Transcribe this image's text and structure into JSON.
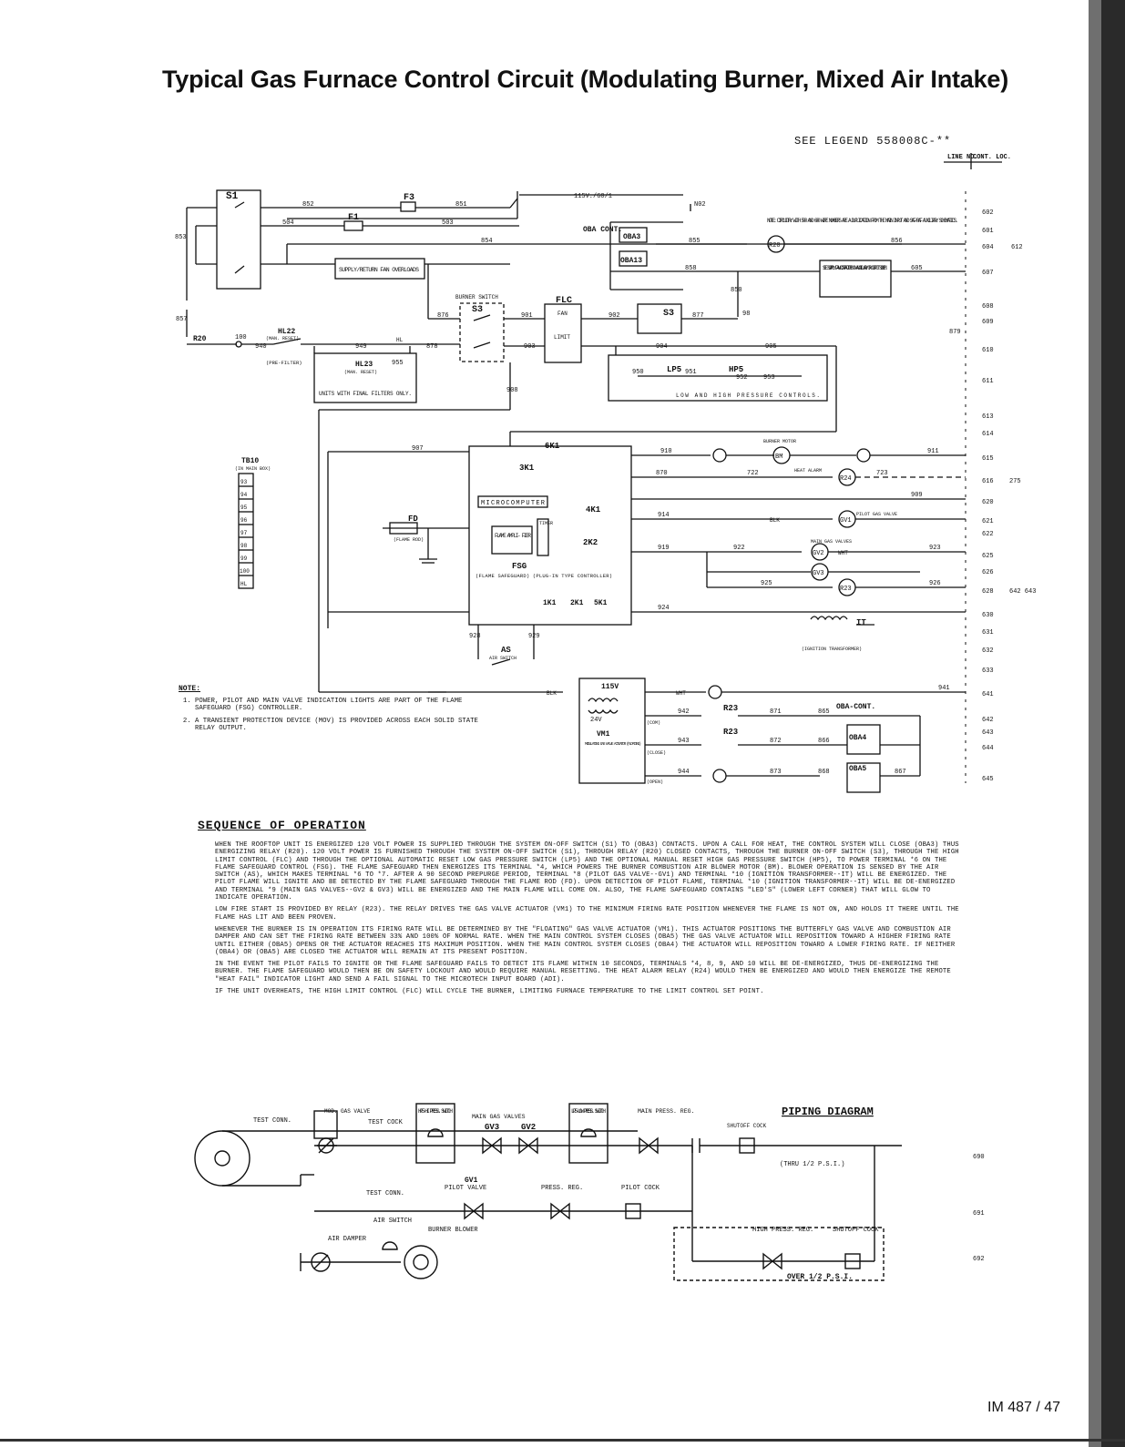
{
  "title": "Typical Gas Furnace Control Circuit (Modulating Burner, Mixed Air Intake)",
  "legend_ref": "SEE LEGEND 558008C-**",
  "column_headers": {
    "line_no": "LINE NO.",
    "cont_loc": "CONT. LOC."
  },
  "line_numbers": [
    "602",
    "601",
    "604",
    "607",
    "608",
    "609",
    "610",
    "611",
    "613",
    "614",
    "615",
    "616",
    "620",
    "621",
    "622",
    "625",
    "626",
    "628",
    "630",
    "631",
    "632",
    "633",
    "641",
    "642",
    "643",
    "644",
    "645"
  ],
  "cont_locs": {
    "604": "612",
    "616": "275",
    "628": "642 643"
  },
  "schematic": {
    "switch_s1": "S1",
    "fuse_f1": "F1",
    "fuse_f3": "F3",
    "supply": "115V./60/1",
    "terminal_n02": "N02",
    "note": "NOTE: CIRCUITRY WITH 500 AND 600 WIRE NUMBERS ARE A DUPLICATION FROM THE MAIN INPUT AND SAF/RAF AUXILIARY SCHEMATICS.",
    "oba_cont": "OBA CONT.",
    "oba3": "OBA3",
    "oba13": "OBA13",
    "relay_r20": "R20",
    "supply_return_overloads": "SUPPLY/RETURN FAN OVERLOADS",
    "see_supply_fan": "SEE SUPPLY FAN CONTACTORS ON AUXILLARY OR OUTPUT SCHEM.",
    "burner_switch": "BURNER SWITCH",
    "s3": "S3",
    "flc": "FLC",
    "fan": "FAN",
    "limit": "LIMIT",
    "hl22": "HL22",
    "hl22_sub": "(MAN. RESET)",
    "pre_filter": "(PRE-FILTER)",
    "hl23": "HL23",
    "hl23_sub": "(MAN. RESET)",
    "hl": "HL",
    "units_with_final_filters": "UNITS WITH FINAL FILTERS ONLY.",
    "lp5": "LP5",
    "hp5": "HP5",
    "low_high_pressure_controls": "LOW AND HIGH PRESSURE CONTROLS.",
    "tb10": "TB10",
    "tb10_sub": "(IN MAIN BOX)",
    "tb10_terminals": [
      "93",
      "94",
      "95",
      "96",
      "97",
      "98",
      "99",
      "100",
      "HL"
    ],
    "k6": "6K1",
    "k3": "3K1",
    "k4": "4K1",
    "k2": "2K2",
    "microcomputer": "MICROCOMPUTER",
    "flame_amplifier": "FLAME AMPLI- FIER",
    "timer": "TIMER",
    "fd": "FD",
    "flame_rod": "(FLAME ROD)",
    "fsg": "FSG",
    "fsg_sub": "(FLAME SAFEGUARD) (PLUG-IN TYPE CONTROLLER)",
    "k1": "1K1",
    "k21": "2K1",
    "k51": "5K1",
    "as": "AS",
    "air_switch": "AIR SWITCH",
    "burner_motor": "BURNER MOTOR",
    "bm": "BM",
    "heat_alarm": "HEAT ALARM",
    "r24": "R24",
    "pilot_gas_valve": "PILOT GAS VALVE",
    "gv1": "GV1",
    "main_gas_valves": "MAIN GAS VALVES",
    "gv2": "GV2",
    "gv3": "GV3",
    "r23": "R23",
    "it": "IT",
    "ignition_transformer": "(IGNITION TRANSFORMER)",
    "blk": "BLK",
    "wht": "WHT",
    "v115": "115V",
    "v24": "24V",
    "vm1": "VM1",
    "vm1_desc": "MODULATING GAS VALVE ACTUATOR (FLOATING)",
    "com": "(COM)",
    "close": "(CLOSE)",
    "open": "(OPEN)",
    "oba_cont2": "OBA-CONT.",
    "oba4": "OBA4",
    "oba5": "OBA5",
    "wires": [
      "852",
      "851",
      "504",
      "503",
      "854",
      "855",
      "856",
      "853",
      "858",
      "605",
      "876",
      "901",
      "902",
      "877",
      "98",
      "850",
      "857",
      "100",
      "940",
      "949",
      "878",
      "903",
      "904",
      "905",
      "955",
      "908",
      "907",
      "910",
      "911",
      "870",
      "722",
      "723",
      "909",
      "914",
      "919",
      "922",
      "923",
      "925",
      "926",
      "924",
      "928",
      "929",
      "950",
      "951",
      "952",
      "953",
      "941",
      "942",
      "943",
      "944",
      "871",
      "872",
      "873",
      "865",
      "866",
      "868",
      "867",
      "879"
    ]
  },
  "notes": {
    "heading": "NOTE:",
    "items": [
      "POWER, PILOT AND MAIN VALVE INDICATION LIGHTS ARE PART OF THE FLAME SAFEGUARD (FSG) CONTROLLER.",
      "A TRANSIENT PROTECTION DEVICE (MOV) IS PROVIDED ACROSS EACH SOLID STATE RELAY OUTPUT."
    ]
  },
  "sequence": {
    "heading": "SEQUENCE OF OPERATION",
    "paragraphs": [
      "WHEN THE ROOFTOP UNIT IS ENERGIZED 120 VOLT POWER IS SUPPLIED THROUGH THE SYSTEM ON-OFF SWITCH (S1) TO (OBA3) CONTACTS. UPON A CALL FOR HEAT, THE CONTROL SYSTEM WILL CLOSE (OBA3) THUS ENERGIZING RELAY (R20). 120 VOLT POWER IS FURNISHED THROUGH THE SYSTEM ON-OFF SWITCH (S1), THROUGH RELAY (R20) CLOSED CONTACTS, THROUGH THE BURNER ON-OFF SWITCH (S3), THROUGH THE HIGH LIMIT CONTROL (FLC) AND THROUGH THE OPTIONAL AUTOMATIC RESET LOW GAS PRESSURE SWITCH (LP5) AND THE OPTIONAL MANUAL RESET HIGH GAS PRESSURE SWITCH (HP5), TO POWER TERMINAL *6 ON THE FLAME SAFEGUARD CONTROL (FSG). THE FLAME SAFEGUARD THEN ENERGIZES ITS TERMINAL *4, WHICH POWERS THE BURNER COMBUSTION AIR BLOWER MOTOR (BM). BLOWER OPERATION IS SENSED BY THE AIR SWITCH (AS), WHICH MAKES TERMINAL *6 TO *7. AFTER A 90 SECOND PREPURGE PERIOD, TERMINAL *8 (PILOT GAS VALVE--GV1) AND TERMINAL *10 (IGNITION TRANSFORMER--IT) WILL BE ENERGIZED. THE PILOT FLAME WILL IGNITE AND BE DETECTED BY THE FLAME SAFEGUARD THROUGH THE FLAME ROD (FD). UPON DETECTION OF PILOT FLAME, TERMINAL *10 (IGNITION TRANSFORMER--IT) WILL BE DE-ENERGIZED AND TERMINAL *9 (MAIN GAS VALVES--GV2 & GV3) WILL BE ENERGIZED AND THE MAIN FLAME WILL COME ON. ALSO, THE FLAME SAFEGUARD CONTAINS \"LED'S\" (LOWER LEFT CORNER) THAT WILL GLOW TO INDICATE OPERATION.",
      "LOW FIRE START IS PROVIDED BY RELAY (R23). THE RELAY DRIVES THE GAS VALVE ACTUATOR (VM1) TO THE MINIMUM FIRING RATE POSITION WHENEVER THE FLAME IS NOT ON, AND HOLDS IT THERE UNTIL THE FLAME HAS LIT AND BEEN PROVEN.",
      "WHENEVER THE BURNER IS IN OPERATION ITS FIRING RATE WILL BE DETERMINED BY THE \"FLOATING\" GAS VALVE ACTUATOR (VM1). THIS ACTUATOR POSITIONS THE BUTTERFLY GAS VALVE AND COMBUSTION AIR DAMPER AND CAN SET THE FIRING RATE BETWEEN 33% AND 100% OF NORMAL RATE. WHEN THE MAIN CONTROL SYSTEM CLOSES (OBA5) THE GAS VALVE ACTUATOR WILL REPOSITION TOWARD A HIGHER FIRING RATE UNTIL EITHER (OBA5) OPENS OR THE ACTUATOR REACHES ITS MAXIMUM POSITION. WHEN THE MAIN CONTROL SYSTEM CLOSES (OBA4) THE ACTUATOR WILL REPOSITION TOWARD A LOWER FIRING RATE. IF NEITHER (OBA4) OR (OBA5) ARE CLOSED THE ACTUATOR WILL REMAIN AT ITS PRESENT POSITION.",
      "IN THE EVENT THE PILOT FAILS TO IGNITE OR THE FLAME SAFEGUARD FAILS TO DETECT ITS FLAME WITHIN 10 SECONDS, TERMINALS *4, 8, 9, AND 10 WILL BE DE-ENERGIZED, THUS DE-ENERGIZING THE BURNER. THE FLAME SAFEGUARD WOULD THEN BE ON SAFETY LOCKOUT AND WOULD REQUIRE MANUAL RESETTING. THE HEAT ALARM RELAY (R24) WOULD THEN BE ENERGIZED AND WOULD THEN ENERGIZE THE REMOTE \"HEAT FAIL\" INDICATOR LIGHT AND SEND A FAIL SIGNAL TO THE MICROTECH INPUT BOARD (ADI).",
      "IF THE UNIT OVERHEATS, THE HIGH LIMIT CONTROL (FLC) WILL CYCLE THE BURNER, LIMITING FURNACE TEMPERATURE TO THE LIMIT CONTROL SET POINT."
    ]
  },
  "piping": {
    "heading": "PIPING DIAGRAM",
    "test_conn": "TEST CONN.",
    "mod_gas_valve": "MOD. GAS VALVE",
    "test_cock": "TEST COCK",
    "hp5": "HP5-HI PRESS. SWITCH",
    "main_gas_valves": "MAIN GAS VALVES",
    "gv3": "GV3",
    "gv2": "GV2",
    "lp5": "LP5-LOW PRESS. SWITCH",
    "main_press_reg": "MAIN PRESS. REG.",
    "shutoff_cock": "SHUTOFF COCK",
    "thru": "(THRU 1/2 P.S.I.)",
    "gv1": "GV1",
    "pilot_valve": "PILOT VALVE",
    "press_reg": "PRESS. REG.",
    "pilot_cock": "PILOT COCK",
    "test_conn2": "TEST CONN.",
    "air_damper": "AIR DAMPER",
    "air_switch": "AIR SWITCH",
    "burner_blower": "BURNER BLOWER",
    "high_press_reg": "HIGH PRESS. REG.",
    "shutoff_cock2": "SHUTOFF COCK",
    "over": "OVER 1/2 P.S.I.",
    "line_numbers": [
      "690",
      "691",
      "692"
    ]
  },
  "footer": "IM 487 / 47"
}
